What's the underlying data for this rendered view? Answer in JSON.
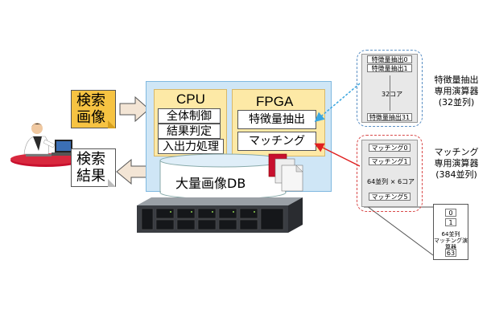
{
  "documents": {
    "search_image": "検索\n画像",
    "search_result": "検索\n結果"
  },
  "cpu": {
    "title": "CPU",
    "items": [
      "全体制御",
      "結果判定",
      "入出力処理"
    ]
  },
  "fpga": {
    "title": "FPGA",
    "items": [
      "特徴量抽出",
      "マッチング"
    ]
  },
  "database": {
    "label": "大量画像DB"
  },
  "feature_unit": {
    "rows": [
      "特徴量抽出0",
      "特徴量抽出1",
      "特徴量抽出31"
    ],
    "core_label": "32コア",
    "caption": [
      "特徴量抽出",
      "専用演算器",
      "(32並列)"
    ]
  },
  "matching_unit": {
    "rows": [
      "マッチング0",
      "マッチング1",
      "マッチング5"
    ],
    "parallel_label": "64並列 × 6コア",
    "caption": [
      "マッチング",
      "専用演算器",
      "(384並列)"
    ]
  },
  "detail": {
    "cells": [
      "0",
      "1",
      "63"
    ],
    "label": [
      "64並列",
      "マッチング演算器"
    ]
  },
  "colors": {
    "cpu_bg": "#cfe6f6",
    "chip_bg": "#fde9a6",
    "doc_yellow": "#f6c342",
    "arrow_fill": "#f3e5d5",
    "feature_border": "#5a8fc4",
    "matching_border": "#d94a4a",
    "blue_arrow": "#3aa6e0",
    "red_arrow": "#e02020"
  }
}
